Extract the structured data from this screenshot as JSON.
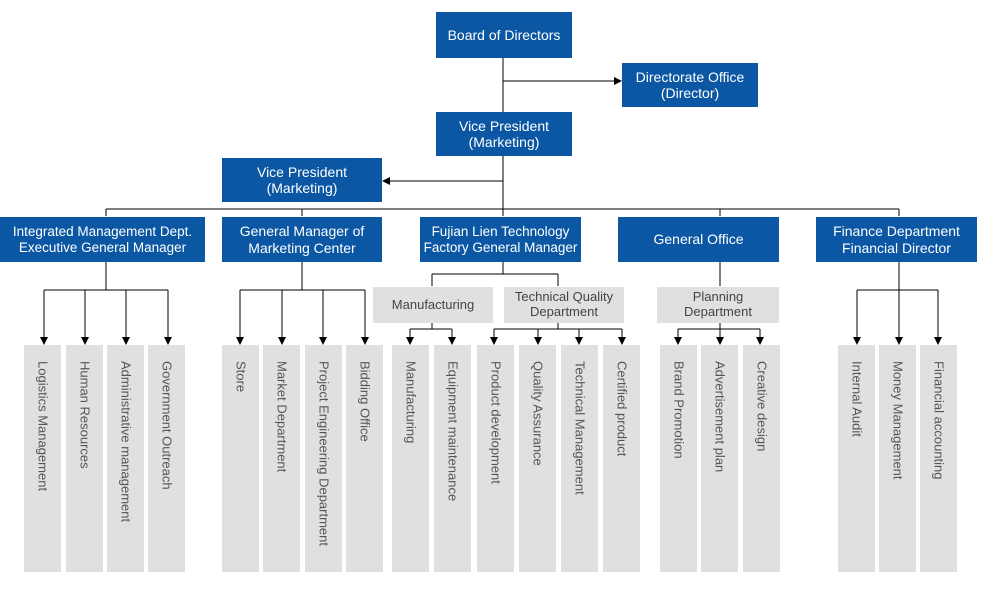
{
  "board": "Board of Directors",
  "directorate_office": "Directorate Office\n(Director)",
  "vp_main": "Vice President\n(Marketing)",
  "vp_side": "Vice President\n(Marketing)",
  "departments": [
    "Integrated Management Dept.\nExecutive General Manager",
    "General Manager of\nMarketing Center",
    "Fujian Lien Technology\nFactory General Manager",
    "General Office",
    "Finance Department\nFinancial Director"
  ],
  "sub_departments": [
    "Manufacturing",
    "Technical Quality\nDepartment",
    "Planning\nDepartment"
  ],
  "units": [
    "Logistics Management",
    "Human Resources",
    "Administrative management",
    "Government Outreach",
    "Store",
    "Market Department",
    "Project Engineering Department",
    "Bidding Office",
    "Manufacturing",
    "Equipment maintenance",
    "Product development",
    "Quality Assurance",
    "Technical Management",
    "Certified product",
    "Brand Promotion",
    "Advertisement plan",
    "Creative design",
    "Internal Audit",
    "Money Management",
    "Financial accounting"
  ],
  "colors": {
    "box_blue": "#0b57a4",
    "box_grey": "#e0e0e0",
    "line": "#000000"
  }
}
